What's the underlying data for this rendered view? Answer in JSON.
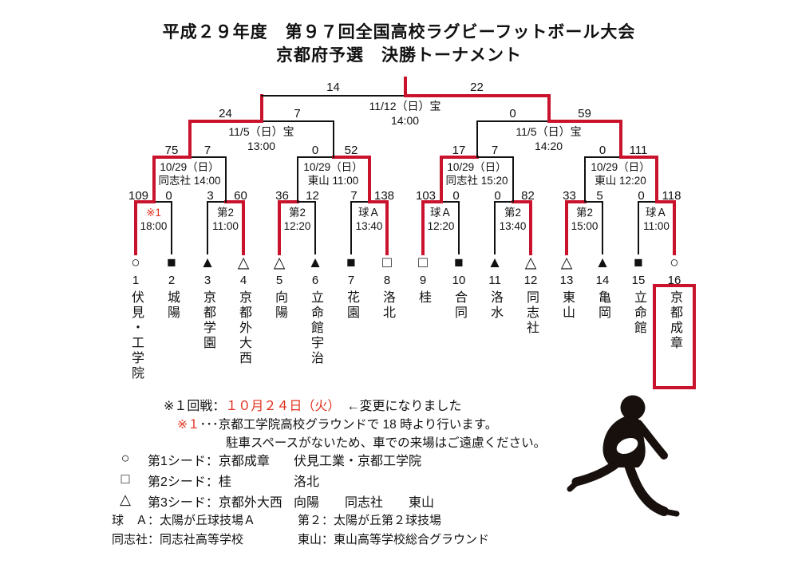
{
  "title": {
    "line1": "平成２９年度　第９７回全国高校ラグビーフットボール大会",
    "line2": "京都府予選　決勝トーナメント"
  },
  "colors": {
    "line_red": "#c9132d",
    "line_black": "#111111",
    "text_red": "#e0301e",
    "text_black": "#111111"
  },
  "teams": [
    {
      "no": "1",
      "seed_icon": "circle-outline",
      "name": "伏見・工学院"
    },
    {
      "no": "2",
      "seed_icon": "square-filled",
      "name": "城陽"
    },
    {
      "no": "3",
      "seed_icon": "triangle-filled",
      "name": "京都学園"
    },
    {
      "no": "4",
      "seed_icon": "triangle-outline",
      "name": "京都外大西"
    },
    {
      "no": "5",
      "seed_icon": "triangle-outline",
      "name": "向陽"
    },
    {
      "no": "6",
      "seed_icon": "triangle-filled",
      "name": "立命館宇治"
    },
    {
      "no": "7",
      "seed_icon": "square-filled",
      "name": "花園"
    },
    {
      "no": "8",
      "seed_icon": "square-outline",
      "name": "洛北"
    },
    {
      "no": "9",
      "seed_icon": "square-outline",
      "name": "桂"
    },
    {
      "no": "10",
      "seed_icon": "square-filled",
      "name": "合同"
    },
    {
      "no": "11",
      "seed_icon": "triangle-filled",
      "name": "洛水"
    },
    {
      "no": "12",
      "seed_icon": "triangle-outline",
      "name": "同志社"
    },
    {
      "no": "13",
      "seed_icon": "triangle-outline",
      "name": "東山"
    },
    {
      "no": "14",
      "seed_icon": "triangle-filled",
      "name": "亀岡"
    },
    {
      "no": "15",
      "seed_icon": "square-filled",
      "name": "立命館"
    },
    {
      "no": "16",
      "seed_icon": "circle-outline",
      "name": "京都成章",
      "champion": true
    }
  ],
  "bracket": {
    "round1": [
      {
        "venue": "※1",
        "venue_red": true,
        "time": "18:00",
        "scores": [
          "109",
          "0"
        ],
        "winner": "L",
        "stub_red": true
      },
      {
        "venue": "第2",
        "venue_red": false,
        "time": "11:00",
        "scores": [
          "3",
          "60"
        ],
        "winner": "R",
        "stub_red": false
      },
      {
        "venue": "第2",
        "venue_red": false,
        "time": "12:20",
        "scores": [
          "36",
          "12"
        ],
        "winner": "L",
        "stub_red": false
      },
      {
        "venue": "球Ａ",
        "venue_red": false,
        "time": "13:40",
        "scores": [
          "7",
          "138"
        ],
        "winner": "R",
        "stub_red": true
      },
      {
        "venue": "球Ａ",
        "venue_red": false,
        "time": "12:20",
        "scores": [
          "103",
          "0"
        ],
        "winner": "L",
        "stub_red": true
      },
      {
        "venue": "第2",
        "venue_red": false,
        "time": "13:40",
        "scores": [
          "0",
          "82"
        ],
        "winner": "R",
        "stub_red": false
      },
      {
        "venue": "第2",
        "venue_red": false,
        "time": "15:00",
        "scores": [
          "33",
          "5"
        ],
        "winner": "L",
        "stub_red": false
      },
      {
        "venue": "球Ａ",
        "venue_red": false,
        "time": "11:00",
        "scores": [
          "0",
          "118"
        ],
        "winner": "R",
        "stub_red": true
      }
    ],
    "quarterfinals": [
      {
        "date": "10/29（日）",
        "venue_time": "同志社 14:00",
        "scores": [
          "75",
          "7"
        ],
        "winner": "L",
        "stub_red": true
      },
      {
        "date": "10/29（日）",
        "venue_time": "東山 11:00",
        "scores": [
          "0",
          "52"
        ],
        "winner": "R",
        "stub_red": false
      },
      {
        "date": "10/29（日）",
        "venue_time": "同志社 15:20",
        "scores": [
          "17",
          "7"
        ],
        "winner": "L",
        "stub_red": false
      },
      {
        "date": "10/29（日）",
        "venue_time": "東山 12:20",
        "scores": [
          "0",
          "111"
        ],
        "winner": "R",
        "stub_red": true
      }
    ],
    "semifinals": [
      {
        "date": "11/5（日）宝",
        "time": "13:00",
        "scores": [
          "24",
          "7"
        ],
        "winner": "L",
        "stub_red": true
      },
      {
        "date": "11/5（日）宝",
        "time": "14:20",
        "scores": [
          "0",
          "59"
        ],
        "winner": "R",
        "stub_red": true
      }
    ],
    "final": {
      "date": "11/12（日）宝",
      "time": "14:00",
      "scores": [
        "14",
        "22"
      ],
      "winner": "R",
      "stub_red": true
    }
  },
  "notes": {
    "note1_prefix": "※１回戦：",
    "note1_date": "１０月２４日（火）",
    "note1_suffix": "　←変更になりました",
    "note2_mark": "※１",
    "note2_text": "･･･京都工学院高校グラウンドで 18 時より行います。",
    "note3": "駐車スペースがないため、車での来場はご遠慮ください。"
  },
  "seeds": [
    {
      "icon": "circle-outline",
      "glyph": "○",
      "label": "第1シード：京都成章",
      "others": "伏見工業・京都工学院"
    },
    {
      "icon": "square-outline",
      "glyph": "□",
      "label": "第2シード：桂",
      "others": "洛北"
    },
    {
      "icon": "triangle-outline",
      "glyph": "△",
      "label": "第3シード：京都外大西",
      "others": "向陽　　同志社　　東山"
    }
  ],
  "venues": [
    {
      "c1": "球　Ａ：太陽が丘球技場Ａ",
      "c2": "第２：太陽が丘第２球技場"
    },
    {
      "c1": "同志社：同志社高等学校",
      "c2": "東山：東山高等学校総合グラウンド"
    }
  ]
}
